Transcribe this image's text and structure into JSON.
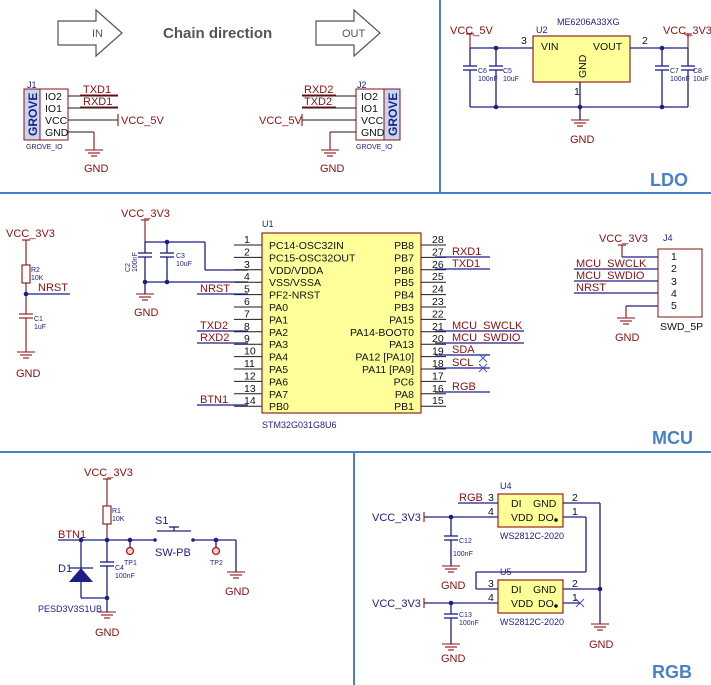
{
  "sections": {
    "ldo": "LDO",
    "mcu": "MCU",
    "rgb": "RGB"
  },
  "chain": {
    "in": "IN",
    "out": "OUT",
    "title": "Chain direction"
  },
  "j1": {
    "ref": "J1",
    "label": "GROVE",
    "name": "GROVE_IO",
    "pins": [
      "IO2",
      "IO1",
      "VCC",
      "GND"
    ],
    "nets": [
      "TXD1",
      "RXD1",
      "VCC_5V"
    ],
    "gnd": "GND"
  },
  "j2": {
    "ref": "J2",
    "label": "GROVE",
    "name": "GROVE_IO",
    "pins": [
      "IO2",
      "IO1",
      "VCC",
      "GND"
    ],
    "nets": [
      "RXD2",
      "TXD2",
      "VCC_5V"
    ],
    "gnd": "GND"
  },
  "ldo": {
    "ref": "U2",
    "part": "ME6206A33XG",
    "vin": "VIN",
    "vout": "VOUT",
    "gndpin": "GND",
    "pin_vin": "3",
    "pin_vout": "2",
    "pin_gnd": "1",
    "in_net": "VCC_5V",
    "out_net": "VCC_3V3",
    "gnd": "GND",
    "caps": [
      {
        "ref": "C6",
        "val": "100nF"
      },
      {
        "ref": "C5",
        "val": "10uF"
      },
      {
        "ref": "C7",
        "val": "100nF"
      },
      {
        "ref": "C8",
        "val": "10uF"
      }
    ]
  },
  "mcu": {
    "ref": "U1",
    "part": "STM32G031G8U6",
    "left_pins": [
      {
        "num": "1",
        "name": "PC14-OSC32IN"
      },
      {
        "num": "2",
        "name": "PC15-OSC32OUT"
      },
      {
        "num": "3",
        "name": "VDD/VDDA"
      },
      {
        "num": "4",
        "name": "VSS/VSSA"
      },
      {
        "num": "5",
        "name": "PF2-NRST"
      },
      {
        "num": "6",
        "name": "PA0"
      },
      {
        "num": "7",
        "name": "PA1"
      },
      {
        "num": "8",
        "name": "PA2"
      },
      {
        "num": "9",
        "name": "PA3"
      },
      {
        "num": "10",
        "name": "PA4"
      },
      {
        "num": "11",
        "name": "PA5"
      },
      {
        "num": "12",
        "name": "PA6"
      },
      {
        "num": "13",
        "name": "PA7"
      },
      {
        "num": "14",
        "name": "PB0"
      }
    ],
    "right_pins": [
      {
        "num": "28",
        "name": "PB8"
      },
      {
        "num": "27",
        "name": "PB7"
      },
      {
        "num": "26",
        "name": "PB6"
      },
      {
        "num": "25",
        "name": "PB5"
      },
      {
        "num": "24",
        "name": "PB4"
      },
      {
        "num": "23",
        "name": "PB3"
      },
      {
        "num": "22",
        "name": "PA15"
      },
      {
        "num": "21",
        "name": "PA14-BOOT0"
      },
      {
        "num": "20",
        "name": "PA13"
      },
      {
        "num": "19",
        "name": "PA12 [PA10]"
      },
      {
        "num": "18",
        "name": "PA11 [PA9]"
      },
      {
        "num": "17",
        "name": "PC6"
      },
      {
        "num": "16",
        "name": "PA8"
      },
      {
        "num": "15",
        "name": "PB1"
      }
    ],
    "vcc": "VCC_3V3",
    "gnd": "GND",
    "c2": {
      "ref": "C2",
      "val": "100nF"
    },
    "c3": {
      "ref": "C3",
      "val": "10uF"
    },
    "nets": {
      "nrst": "NRST",
      "txd2": "TXD2",
      "rxd2": "RXD2",
      "btn1": "BTN1",
      "rxd1": "RXD1",
      "txd1": "TXD1",
      "swclk": "MCU_SWCLK",
      "swdio": "MCU_SWDIO",
      "sda": "SDA",
      "scl": "SCL",
      "rgb": "RGB"
    }
  },
  "reset": {
    "vcc": "VCC_3V3",
    "r2": {
      "ref": "R2",
      "val": "10K"
    },
    "c1": {
      "ref": "C1",
      "val": "1uF"
    },
    "net": "NRST",
    "gnd": "GND"
  },
  "swd": {
    "vcc": "VCC_3V3",
    "ref": "J4",
    "name": "SWD_5P",
    "nets": [
      "MCU_SWCLK",
      "MCU_SWDIO",
      "NRST"
    ],
    "pins": [
      "1",
      "2",
      "3",
      "4",
      "5"
    ],
    "gnd": "GND"
  },
  "button": {
    "vcc": "VCC_3V3",
    "r1": {
      "ref": "R1",
      "val": "10K"
    },
    "net": "BTN1",
    "d1": {
      "ref": "D1",
      "part": "PESD3V3S1UB"
    },
    "c4": {
      "ref": "C4",
      "val": "100nF"
    },
    "s1": {
      "ref": "S1",
      "part": "SW-PB"
    },
    "tp1": "TP1",
    "tp2": "TP2",
    "gnd": "GND"
  },
  "rgb": {
    "u4": {
      "ref": "U4",
      "part": "WS2812C-2020"
    },
    "u5": {
      "ref": "U5",
      "part": "WS2812C-2020"
    },
    "pins": {
      "di": "DI",
      "vdd": "VDD",
      "do": "DO",
      "gnd": "GND"
    },
    "pinnums": {
      "di": "3",
      "vdd": "4",
      "do": "1",
      "gnd": "2"
    },
    "net": "RGB",
    "vcc": "VCC_3V3",
    "gnd": "GND",
    "c12": {
      "ref": "C12",
      "val": "100nF"
    },
    "c13": {
      "ref": "C13",
      "val": "100nF"
    }
  }
}
